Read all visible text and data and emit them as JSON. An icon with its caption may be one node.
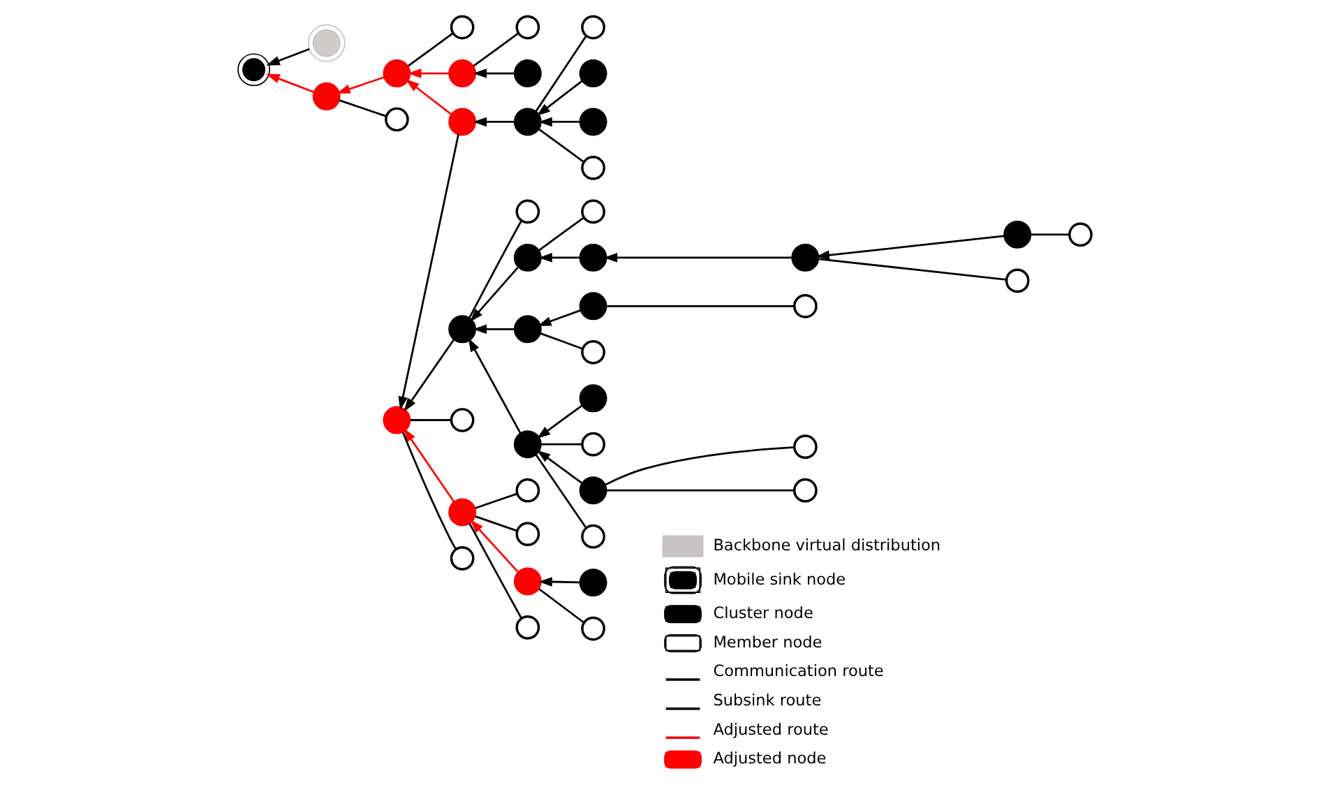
{
  "diagram": {
    "nodes": [
      {
        "text": [],
        "shape": "circle"
      },
      {
        "text": [],
        "shape": "circle"
      },
      {
        "text": [],
        "shape": "circle"
      },
      {
        "text": [],
        "shape": "circle"
      },
      {
        "text": [],
        "shape": "circle"
      },
      {
        "text": [],
        "shape": "circle"
      },
      {
        "text": [],
        "shape": "circle"
      },
      {
        "text": [],
        "shape": "circle"
      },
      {
        "text": [],
        "shape": "circle"
      },
      {
        "text": [],
        "shape": "circle"
      },
      {
        "text": [],
        "shape": "circle"
      },
      {
        "text": [],
        "shape": "circle"
      },
      {
        "text": [],
        "shape": "circle"
      },
      {
        "text": [],
        "shape": "circle"
      },
      {
        "text": [],
        "shape": "circle"
      },
      {
        "text": [],
        "shape": "circle"
      },
      {
        "text": [],
        "shape": "circle"
      },
      {
        "text": [],
        "shape": "circle"
      },
      {
        "text": [],
        "shape": "circle"
      },
      {
        "text": [],
        "shape": "circle"
      },
      {
        "text": [],
        "shape": "circle"
      },
      {
        "text": [],
        "shape": "circle"
      },
      {
        "text": [],
        "shape": "circle"
      },
      {
        "text": [],
        "shape": "circle"
      },
      {
        "text": [],
        "shape": "circle"
      },
      {
        "text": [],
        "shape": "circle"
      },
      {
        "text": [],
        "shape": "circle"
      },
      {
        "text": [],
        "shape": "circle"
      },
      {
        "text": [],
        "shape": "circle"
      },
      {
        "text": [],
        "shape": "circle"
      },
      {
        "text": [],
        "shape": "circle"
      },
      {
        "text": [],
        "shape": "circle"
      },
      {
        "text": [],
        "shape": "circle"
      },
      {
        "text": [],
        "shape": "circle"
      },
      {
        "text": [],
        "shape": "circle"
      },
      {
        "text": [],
        "shape": "circle"
      },
      {
        "text": [],
        "shape": "circle"
      },
      {
        "text": [],
        "shape": "circle"
      },
      {
        "text": [],
        "shape": "circle"
      },
      {
        "text": [],
        "shape": "circle"
      },
      {
        "text": [],
        "shape": "circle"
      },
      {
        "text": [],
        "shape": "circle"
      },
      {
        "text": [],
        "shape": "circle"
      },
      {
        "text": [],
        "shape": "circle"
      },
      {
        "text": [],
        "shape": "circle"
      }
    ],
    "edges": [
      {
        "from": 0,
        "to": 13,
        "arrow": "to"
      },
      {
        "from": 1,
        "to": 4,
        "arrow": "to"
      },
      {
        "from": 6,
        "to": 14,
        "arrow": "to"
      },
      {
        "from": 5,
        "to": 7,
        "arrow": "to"
      },
      {
        "from": 10,
        "to": 25,
        "arrow": "to"
      },
      {
        "from": 14,
        "to": 26,
        "arrow": "to"
      },
      {
        "from": 22,
        "to": 25,
        "arrow": "to"
      },
      {
        "from": 25,
        "to": 26,
        "arrow": "to"
      },
      {
        "from": 26,
        "to": 21,
        "arrow": "to"
      },
      {
        "from": 29,
        "to": 21,
        "arrow": "to"
      },
      {
        "from": 33,
        "to": 26,
        "arrow": "to"
      },
      {
        "from": 35,
        "to": 36,
        "arrow": "to"
      },
      {
        "from": 36,
        "to": 29,
        "arrow": "to"
      },
      {
        "from": 41,
        "to": 33,
        "arrow": "to"
      },
      {
        "from": 39,
        "to": 42,
        "arrow": "to"
      },
      {
        "from": 42,
        "to": 41,
        "arrow": "to"
      },
      {
        "from": 44,
        "to": 36,
        "arrow": "to"
      },
      {
        "from": 4,
        "to": 12,
        "arrow": "to",
        "color": "#ff0000"
      },
      {
        "from": 12,
        "to": 21,
        "arrow": "to",
        "color": "#ff0000"
      },
      {
        "from": 7,
        "to": 24,
        "arrow": "to",
        "color": "#ff0000"
      },
      {
        "from": 24,
        "to": 23,
        "arrow": "to",
        "color": "#ff0000"
      },
      {
        "from": 23,
        "to": 13,
        "arrow": "to",
        "color": "#ff0000"
      },
      {
        "from": 29,
        "to": 24,
        "arrow": "to",
        "color": "#ff0000"
      },
      {
        "from": 2,
        "to": 4,
        "arrow": "none"
      },
      {
        "from": 3,
        "to": 6,
        "arrow": "none"
      },
      {
        "from": 11,
        "to": 7,
        "arrow": "none"
      },
      {
        "from": 9,
        "to": 12,
        "arrow": "none"
      },
      {
        "from": 8,
        "to": 14,
        "arrow": "none"
      },
      {
        "from": 17,
        "to": 12,
        "arrow": "none"
      },
      {
        "from": 20,
        "to": 12,
        "arrow": "none"
      },
      {
        "from": 15,
        "to": 23,
        "arrow": "none"
      },
      {
        "from": 16,
        "to": 21,
        "arrow": "none"
      },
      {
        "from": 18,
        "to": 25,
        "arrow": "none"
      },
      {
        "from": 19,
        "to": 22,
        "arrow": "none"
      },
      {
        "from": 30,
        "to": 24,
        "arrow": "none"
      },
      {
        "from": 27,
        "to": 21,
        "arrow": "none"
      },
      {
        "from": 28,
        "to": 26,
        "arrow": "none"
      },
      {
        "from": 31,
        "to": 25,
        "arrow": "none"
      },
      {
        "from": 32,
        "to": 22,
        "arrow": "none"
      },
      {
        "from": 34,
        "to": 39,
        "arrow": "none"
      },
      {
        "from": 37,
        "to": 36,
        "arrow": "none"
      },
      {
        "from": 38,
        "to": 33,
        "arrow": "none"
      },
      {
        "from": 40,
        "to": 36,
        "arrow": "none"
      },
      {
        "from": 43,
        "to": 42,
        "arrow": "none"
      }
    ],
    "legend": [
      {
        "text": "Backbone virtual distribution",
        "color": "#c8c4c4"
      },
      {
        "text": "Mobile sink node"
      },
      {
        "text": "Cluster node"
      },
      {
        "text": "Member node"
      },
      {
        "text": "Communication route"
      },
      {
        "text": "Subsink route"
      },
      {
        "text": "Adjusted route"
      },
      {
        "text": "Adjusted node"
      }
    ]
  }
}
